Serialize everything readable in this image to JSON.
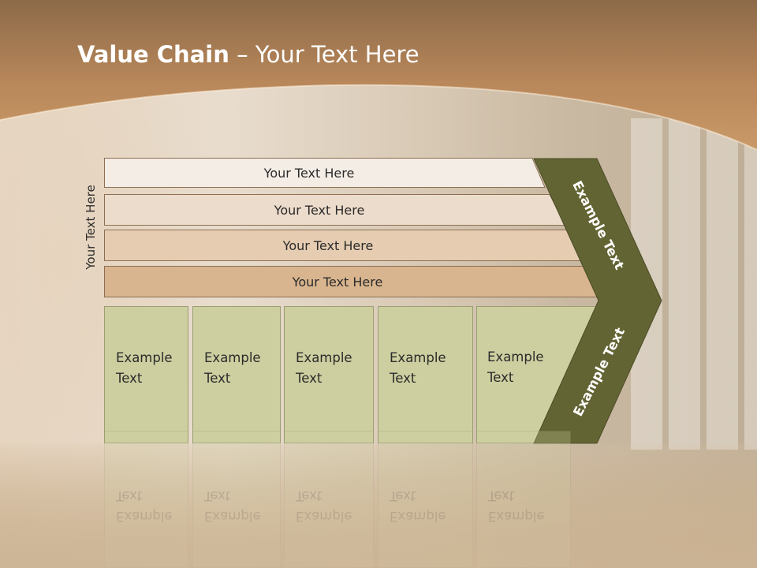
{
  "title": {
    "bold": "Value Chain",
    "rest": " – Your Text Here"
  },
  "side_label": "Your Text Here",
  "bars": [
    {
      "label": "Your Text Here",
      "color": "#f4ede6"
    },
    {
      "label": "Your Text Here",
      "color": "#ecdccb"
    },
    {
      "label": "Your Text Here",
      "color": "#e6cdb2"
    },
    {
      "label": "Your Text Here",
      "color": "#d8b58e"
    }
  ],
  "boxes": [
    {
      "text": "Example\nText"
    },
    {
      "text": "Example\nText"
    },
    {
      "text": "Example\nText"
    },
    {
      "text": "Example\nText"
    },
    {
      "text": "Example\nText"
    }
  ],
  "arrow": {
    "upper_text": "Example Text",
    "lower_text": "Example Text",
    "color": "#636433"
  },
  "colors": {
    "header": "#b8875a",
    "box_fill": "#cdcfa0",
    "box_border": "#9b9d73",
    "bar_border": "#8c6f53"
  }
}
